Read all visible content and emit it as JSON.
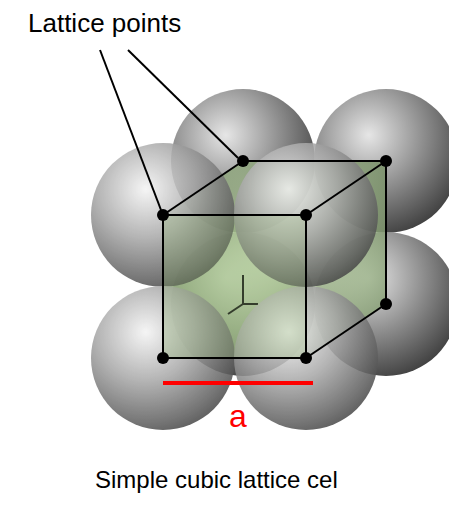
{
  "diagram": {
    "caption": "Simple cubic lattice cel",
    "labels": [
      "Lattice points",
      "a"
    ]
  }
}
